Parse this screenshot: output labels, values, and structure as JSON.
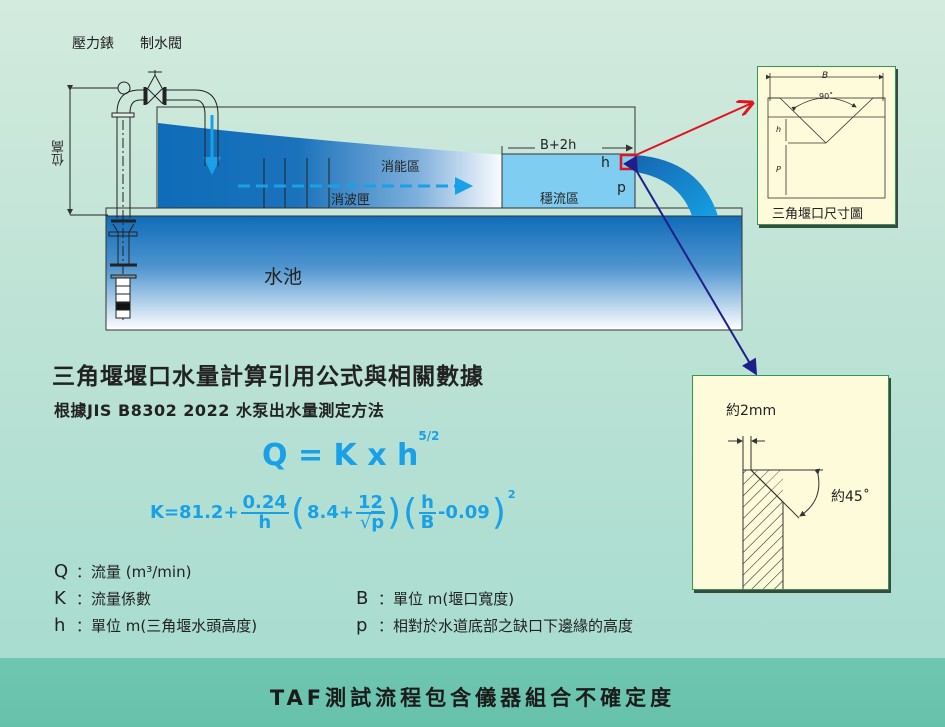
{
  "diagram": {
    "labels": {
      "pressure_gauge": "壓力錶",
      "control_valve": "制水閥",
      "head_height": "位高",
      "energy_dissipation_zone": "消能區",
      "wave_damper": "消波匣",
      "stable_flow_zone": "穩流區",
      "width_label": "B+2h",
      "h_label": "h",
      "p_label": "p",
      "pool": "水池"
    },
    "weir_dimension_panel": {
      "caption": "三角堰口尺寸圖",
      "B": "B",
      "angle": "90˚",
      "h": "h",
      "p": "P"
    },
    "edge_detail_panel": {
      "thickness": "約2mm",
      "angle": "約45˚"
    },
    "colors": {
      "water_dark": "#0f6cb8",
      "water_light": "#7fcdf0",
      "arrow_blue": "#1aa0e6",
      "red_callout": "#e0141e",
      "navy_callout": "#1e1e8c",
      "panel_bg": "#fdfbd9"
    }
  },
  "content": {
    "title": "三角堰堰口水量計算引用公式與相關數據",
    "subtitle": "根據JIS B8302  2022  水泵出水量測定方法",
    "formula_main": "Q = K x h",
    "formula_main_exp": "5/2",
    "formula_k": {
      "prefix": "K=81.2+",
      "frac1_num": "0.24",
      "frac1_den": "h",
      "paren1_a": "8.4+",
      "frac2_num": "12",
      "frac2_den": "p",
      "frac3_num": "h",
      "frac3_den": "B",
      "tail": "-0.09",
      "exp": "2"
    },
    "legend": [
      {
        "symbol": "Q",
        "desc": "：流量 (m³/min)"
      },
      {
        "symbol": "K",
        "desc": "：流量係數"
      },
      {
        "symbol": "h",
        "desc": "：單位 m(三角堰水頭高度)"
      },
      {
        "symbol": "B",
        "desc": "：單位 m(堰口寬度)"
      },
      {
        "symbol": "p",
        "desc": "：相對於水道底部之缺口下邊緣的高度"
      }
    ]
  },
  "footer": {
    "text": "TAF測試流程包含儀器組合不確定度"
  }
}
